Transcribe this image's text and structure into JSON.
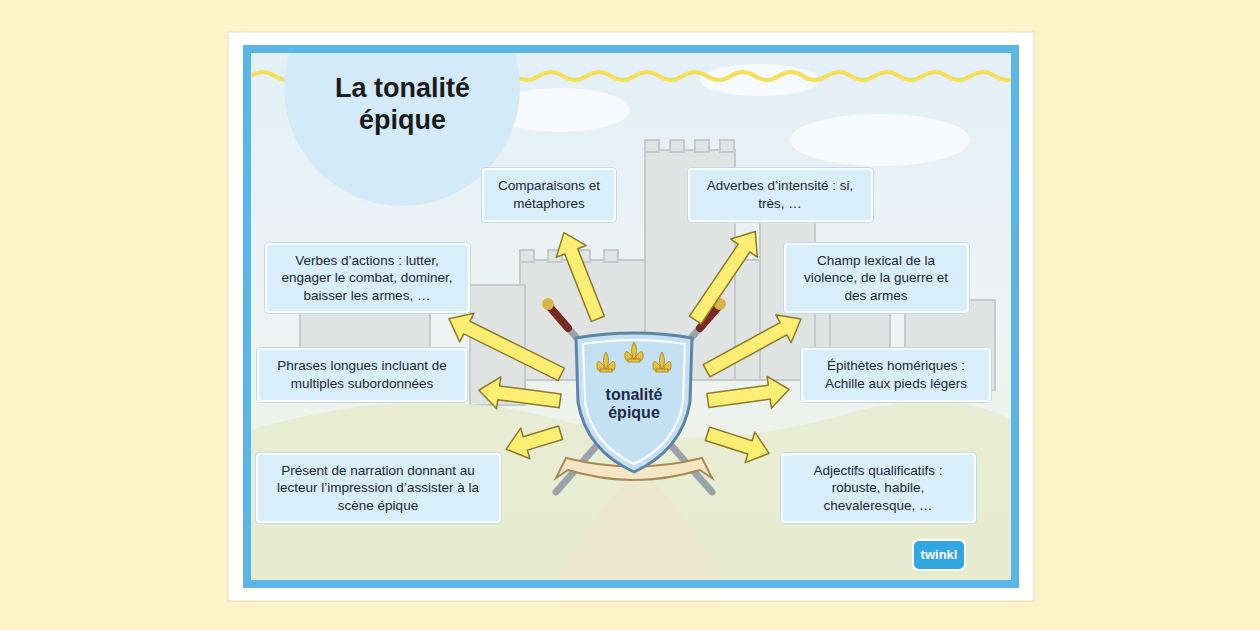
{
  "diagram": {
    "title": "La tonalité épique",
    "nodes": [
      {
        "text": [
          "tonalité épique"
        ]
      },
      {
        "text": [
          "Comparaisons et métaphores"
        ]
      },
      {
        "text": [
          "Adverbes d’intensité : si, très, …"
        ]
      },
      {
        "text": [
          "Verbes d’actions : lutter, engager le combat, dominer, baisser les armes, …"
        ]
      },
      {
        "text": [
          "Champ lexical de la violence, de la guerre et des armes"
        ]
      },
      {
        "text": [
          "Phrases longues incluant de multiples subordonnées"
        ]
      },
      {
        "text": [
          "Épithètes homériques : Achille aux pieds légers"
        ]
      },
      {
        "text": [
          "Présent de narration donnant au lecteur l’impression d’assister à la scène épique"
        ]
      },
      {
        "text": [
          "Adjectifs qualificatifs : robuste, habile, chevaleresque, …"
        ]
      }
    ],
    "edges": [
      {
        "from": 0,
        "to": 1,
        "arrow": "to"
      },
      {
        "from": 0,
        "to": 2,
        "arrow": "to"
      },
      {
        "from": 0,
        "to": 3,
        "arrow": "to"
      },
      {
        "from": 0,
        "to": 4,
        "arrow": "to"
      },
      {
        "from": 0,
        "to": 5,
        "arrow": "to"
      },
      {
        "from": 0,
        "to": 6,
        "arrow": "to"
      },
      {
        "from": 0,
        "to": 7,
        "arrow": "to"
      },
      {
        "from": 0,
        "to": 8,
        "arrow": "to"
      }
    ],
    "labels": [
      "twinkl"
    ]
  }
}
